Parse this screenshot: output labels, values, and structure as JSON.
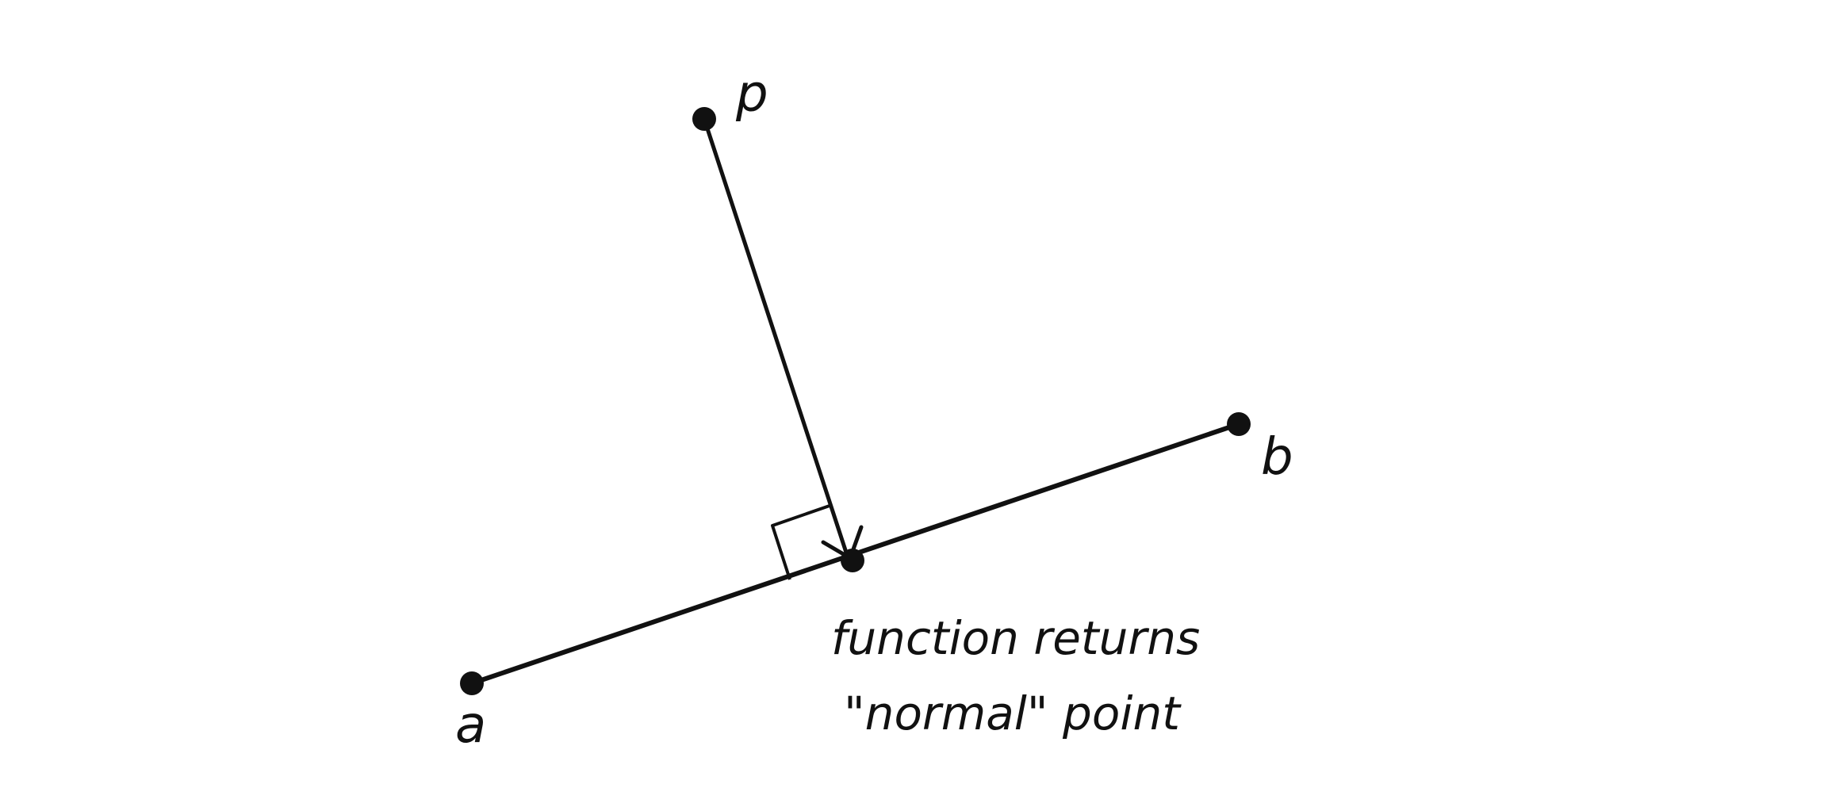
{
  "labels": {
    "point_p": "p",
    "point_a": "a",
    "point_b": "b",
    "caption_line1": "function returns",
    "caption_line2": "\"normal\" point"
  },
  "colors": {
    "ink": "#111111",
    "background": "#ffffff"
  }
}
